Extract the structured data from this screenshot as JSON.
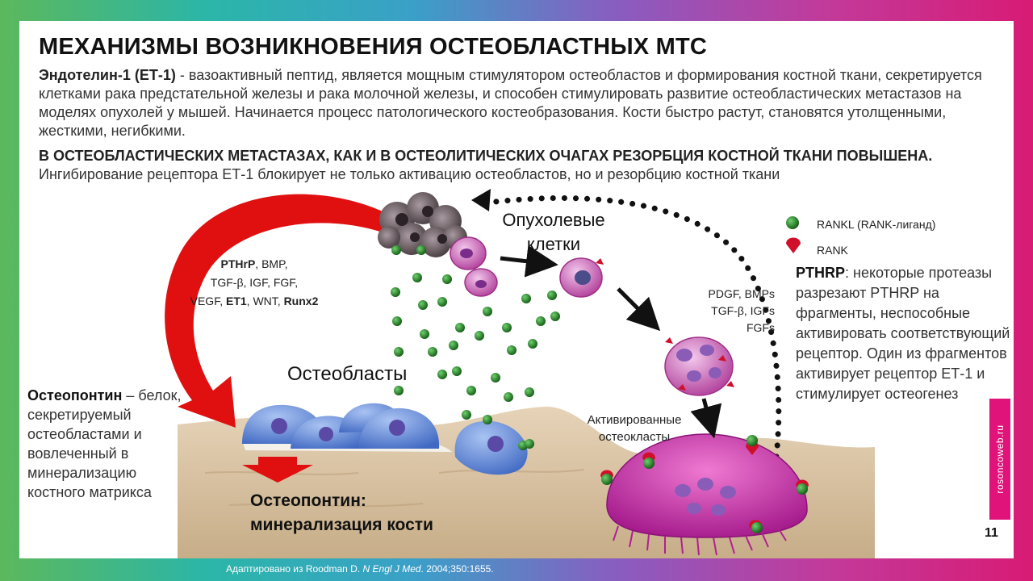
{
  "title": "МЕХАНИЗМЫ ВОЗНИКНОВЕНИЯ ОСТЕОБЛАСТНЫХ МТС",
  "intro": {
    "term": "Эндотелин-1 (ЕТ-1)",
    "text": " - вазоактивный пептид, является мощным стимулятором остеобластов и формирования костной ткани, секретируется клетками рака предстательной железы и рака молочной железы, и способен стимулировать развитие остеобластических метастазов на моделях опухолей у мышей. Начинается процесс патологического костеобразования. Кости быстро растут, становятся утолщенными, жесткими, негибкими."
  },
  "statement": {
    "bold": "В ОСТЕОБЛАСТИЧЕСКИХ МЕТАСТАЗАХ, КАК И В ОСТЕОЛИТИЧЕСКИХ ОЧАГАХ РЕЗОРБЦИЯ КОСТНОЙ ТКАНИ ПОВЫШЕНА.",
    "text": " Ингибирование рецептора ЕТ-1 блокирует не только активацию остеобластов, но и резорбцию костной ткани"
  },
  "diagram": {
    "tumor_cells_label_line1": "Опухолевые",
    "tumor_cells_label_line2": "клетки",
    "osteoblasts_label": "Остеобласты",
    "activated_osteoclasts_line1": "Активированные",
    "activated_osteoclasts_line2": "остеокласты",
    "factors_left": {
      "line1_bold": "PTHrP",
      "line1_rest": ", BMP,",
      "line2": "TGF-β, IGF, FGF,",
      "line3_a": "VEGF, ",
      "line3_bold1": "ET1",
      "line3_b": ", WNT, ",
      "line3_bold2": "Runx2"
    },
    "factors_right": {
      "line1": "PDGF, BMPs",
      "line2": "TGF-β, IGFs",
      "line3": "FGFs"
    }
  },
  "legend": {
    "rankl": "RANKL (RANK-лиганд)",
    "rank": "RANK"
  },
  "pthrp_note": {
    "term": "PTHRP",
    "text": ": некоторые протеазы разрезают PTHRP на фрагменты, неспособные активировать соответствующий рецептор. Один из фрагментов активирует рецептор ЕТ-1 и стимулирует остеогенез"
  },
  "osteopontin_note": {
    "term": "Остеопонтин",
    "text": " – белок, секретируемый остеобластами и вовлеченный в минерализацию костного матрикса"
  },
  "mineralization": {
    "line1": "Остеопонтин:",
    "line2": "минерализация кости"
  },
  "page_number": "11",
  "side_tab": "rosoncoweb.ru",
  "citation": {
    "prefix": "Адаптировано из Roodman D. ",
    "journal": "N Engl J Med",
    "suffix": ". 2004;350:1655."
  },
  "colors": {
    "rankl_green": "#2e8b2e",
    "rank_red": "#d0102a",
    "cell_magenta": "#c04aa8",
    "osteoblast_blue": "#5b88d6",
    "arrow_red": "#e01010",
    "side_tab": "#e0137a"
  }
}
